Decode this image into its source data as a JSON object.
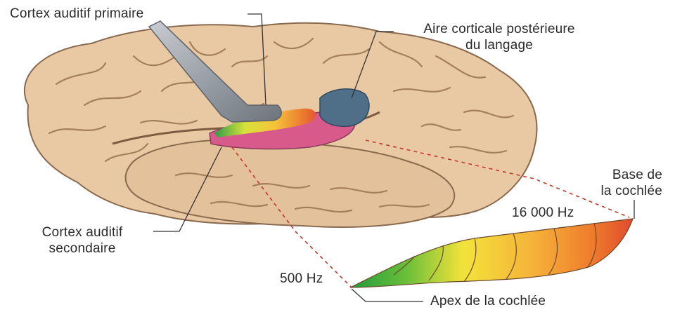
{
  "labels": {
    "primary_auditory_cortex": "Cortex auditif primaire",
    "posterior_language_area": [
      "Aire corticale postérieure",
      "du langage"
    ],
    "secondary_auditory_cortex": [
      "Cortex auditif",
      "secondaire"
    ],
    "cochlea_base": [
      "Base de",
      "la cochlée"
    ],
    "freq_high": "16 000 Hz",
    "freq_low": "500 Hz",
    "cochlea_apex": "Apex de la cochlée"
  },
  "colors": {
    "brain_fill": "#e8c9a4",
    "brain_fold": "#b58f6c",
    "brain_outline": "#8a6a4f",
    "instrument": "#9a9fa6",
    "language_area": "#4f6f88",
    "secondary_cortex": "#d85a8a",
    "leader_dotted": "#c0392b",
    "tonotopic": [
      "#1f9a3a",
      "#6bbf3a",
      "#c6dc3a",
      "#f3e33b",
      "#f6b13a",
      "#ef7e2c",
      "#e04a2c"
    ]
  }
}
